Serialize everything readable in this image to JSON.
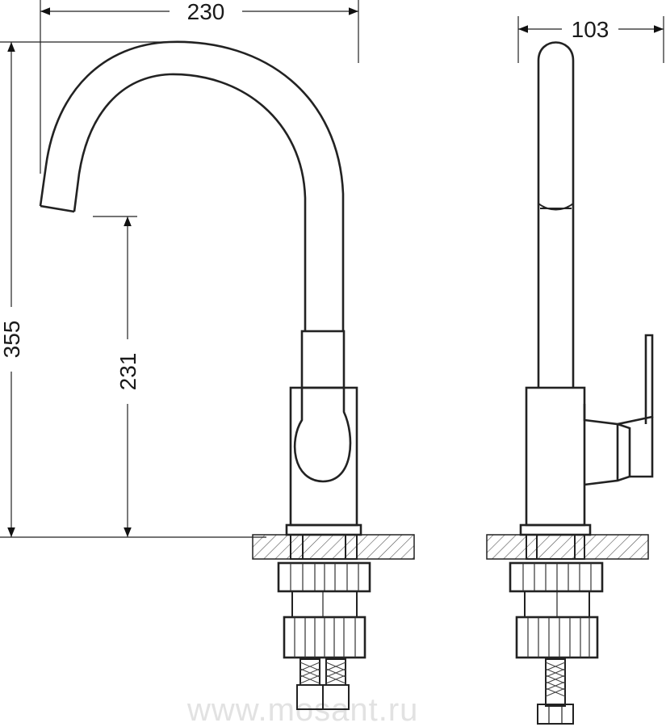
{
  "dimensions": {
    "width_front": "230",
    "width_side": "103",
    "height_total": "355",
    "height_spout": "231"
  },
  "watermark": "www.mosant.ru"
}
